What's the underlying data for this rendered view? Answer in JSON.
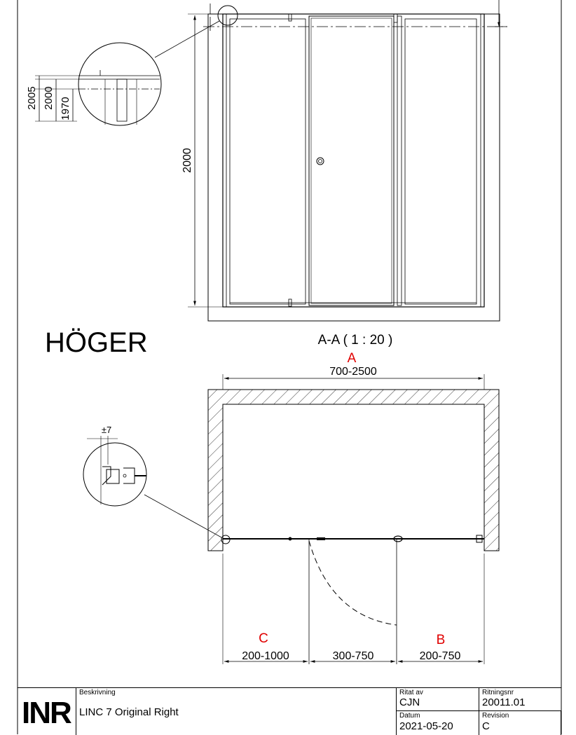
{
  "labels": {
    "orientation": "HÖGER",
    "section": "A-A ( 1 : 20 )",
    "dim_A_letter": "A",
    "dim_A_range": "700-2500",
    "dim_B_letter": "B",
    "dim_B_range": "200-750",
    "dim_C_letter": "C",
    "dim_C_range": "200-1000",
    "dim_door_range": "300-750",
    "tolerance": "±7",
    "height_2000": "2000",
    "detail_2005": "2005",
    "detail_2000": "2000",
    "detail_1970": "1970"
  },
  "title_block": {
    "logo": "INR",
    "description_label": "Beskrivning",
    "description": "LINC 7 Original Right",
    "drawn_by_label": "Ritat av",
    "drawn_by": "CJN",
    "drawing_no_label": "Ritningsnr",
    "drawing_no": "20011.01",
    "date_label": "Datum",
    "date": "2021-05-20",
    "revision_label": "Revision",
    "revision": "C"
  },
  "colors": {
    "line": "#000000",
    "dimension_letter": "#e00000"
  }
}
